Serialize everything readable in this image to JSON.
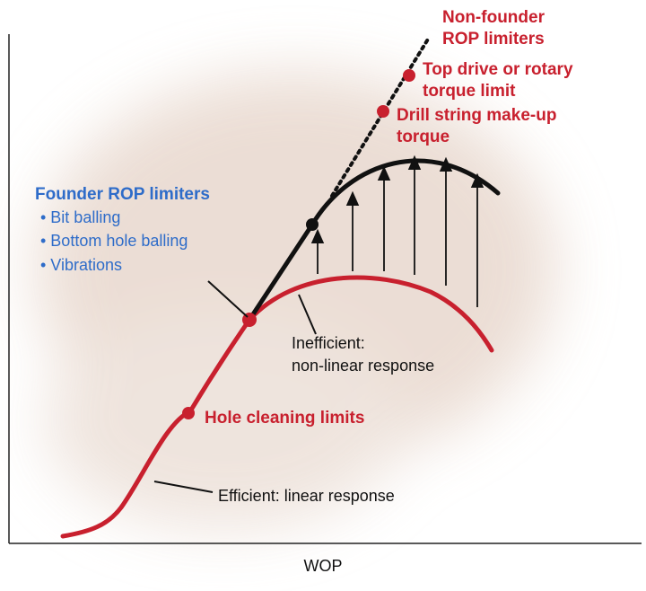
{
  "axis": {
    "x_label": "WOP"
  },
  "labels": {
    "non_founder_line1": "Non-founder",
    "non_founder_line2": "ROP limiters",
    "top_drive_line1": "Top drive or rotary",
    "top_drive_line2": "torque limit",
    "drill_string_line1": "Drill string make-up",
    "drill_string_line2": "torque",
    "founder_title": "Founder ROP limiters",
    "founder_items": [
      "• Bit balling",
      "• Bottom hole balling",
      "• Vibrations"
    ],
    "inefficient_line1": "Inefficient:",
    "inefficient_line2": "non-linear response",
    "hole_cleaning": "Hole cleaning limits",
    "efficient": "Efficient: linear response"
  },
  "colors": {
    "red": "#c8202e",
    "black": "#111111",
    "blue": "#2e6cc9",
    "shadow": "#e6d6cc"
  }
}
